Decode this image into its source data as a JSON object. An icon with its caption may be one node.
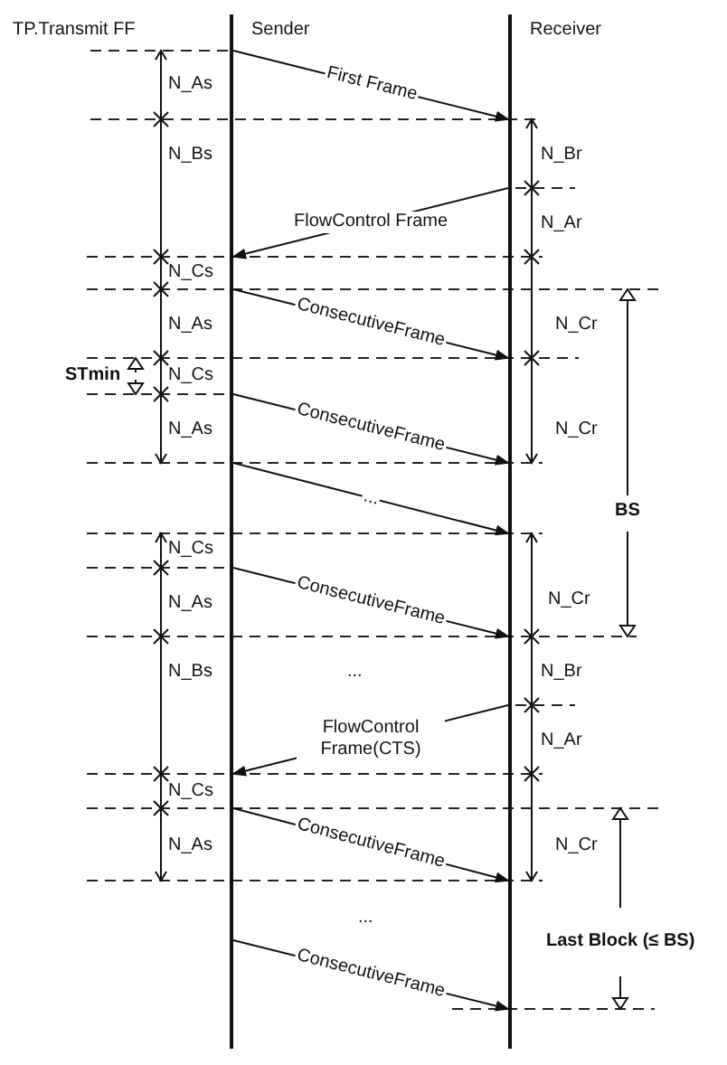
{
  "diagram": {
    "title": "TP.Transmit FF",
    "nodes": [
      {
        "text": [
          "Sender"
        ]
      },
      {
        "text": [
          "Receiver"
        ]
      }
    ],
    "edges": [
      {
        "from": 0,
        "to": 1,
        "arrow": "to",
        "label": "First Frame"
      },
      {
        "from": 1,
        "to": 0,
        "arrow": "to",
        "label": "FlowControl Frame"
      },
      {
        "from": 0,
        "to": 1,
        "arrow": "to",
        "label": "ConsecutiveFrame"
      },
      {
        "from": 0,
        "to": 1,
        "arrow": "to",
        "label": "ConsecutiveFrame"
      },
      {
        "from": 0,
        "to": 1,
        "arrow": "to",
        "label": "..."
      },
      {
        "from": 0,
        "to": 1,
        "arrow": "to",
        "label": "ConsecutiveFrame"
      },
      {
        "from": 1,
        "to": 0,
        "arrow": "to",
        "label": "FlowControl Frame(CTS)"
      },
      {
        "from": 0,
        "to": 1,
        "arrow": "to",
        "label": "ConsecutiveFrame"
      },
      {
        "from": 0,
        "to": 1,
        "arrow": "to",
        "label": "ConsecutiveFrame"
      }
    ],
    "labels": [
      "N_As",
      "N_Bs",
      "N_Br",
      "N_Ar",
      "N_Cs",
      "N_As",
      "N_Cr",
      "STmin",
      "N_Cs",
      "N_As",
      "N_Cr",
      "BS",
      "N_Cs",
      "N_As",
      "N_Cr",
      "N_Bs",
      "...",
      "N_Br",
      "N_Ar",
      "N_Cs",
      "N_As",
      "N_Cr",
      "...",
      "Last Block (≤ BS)"
    ]
  }
}
